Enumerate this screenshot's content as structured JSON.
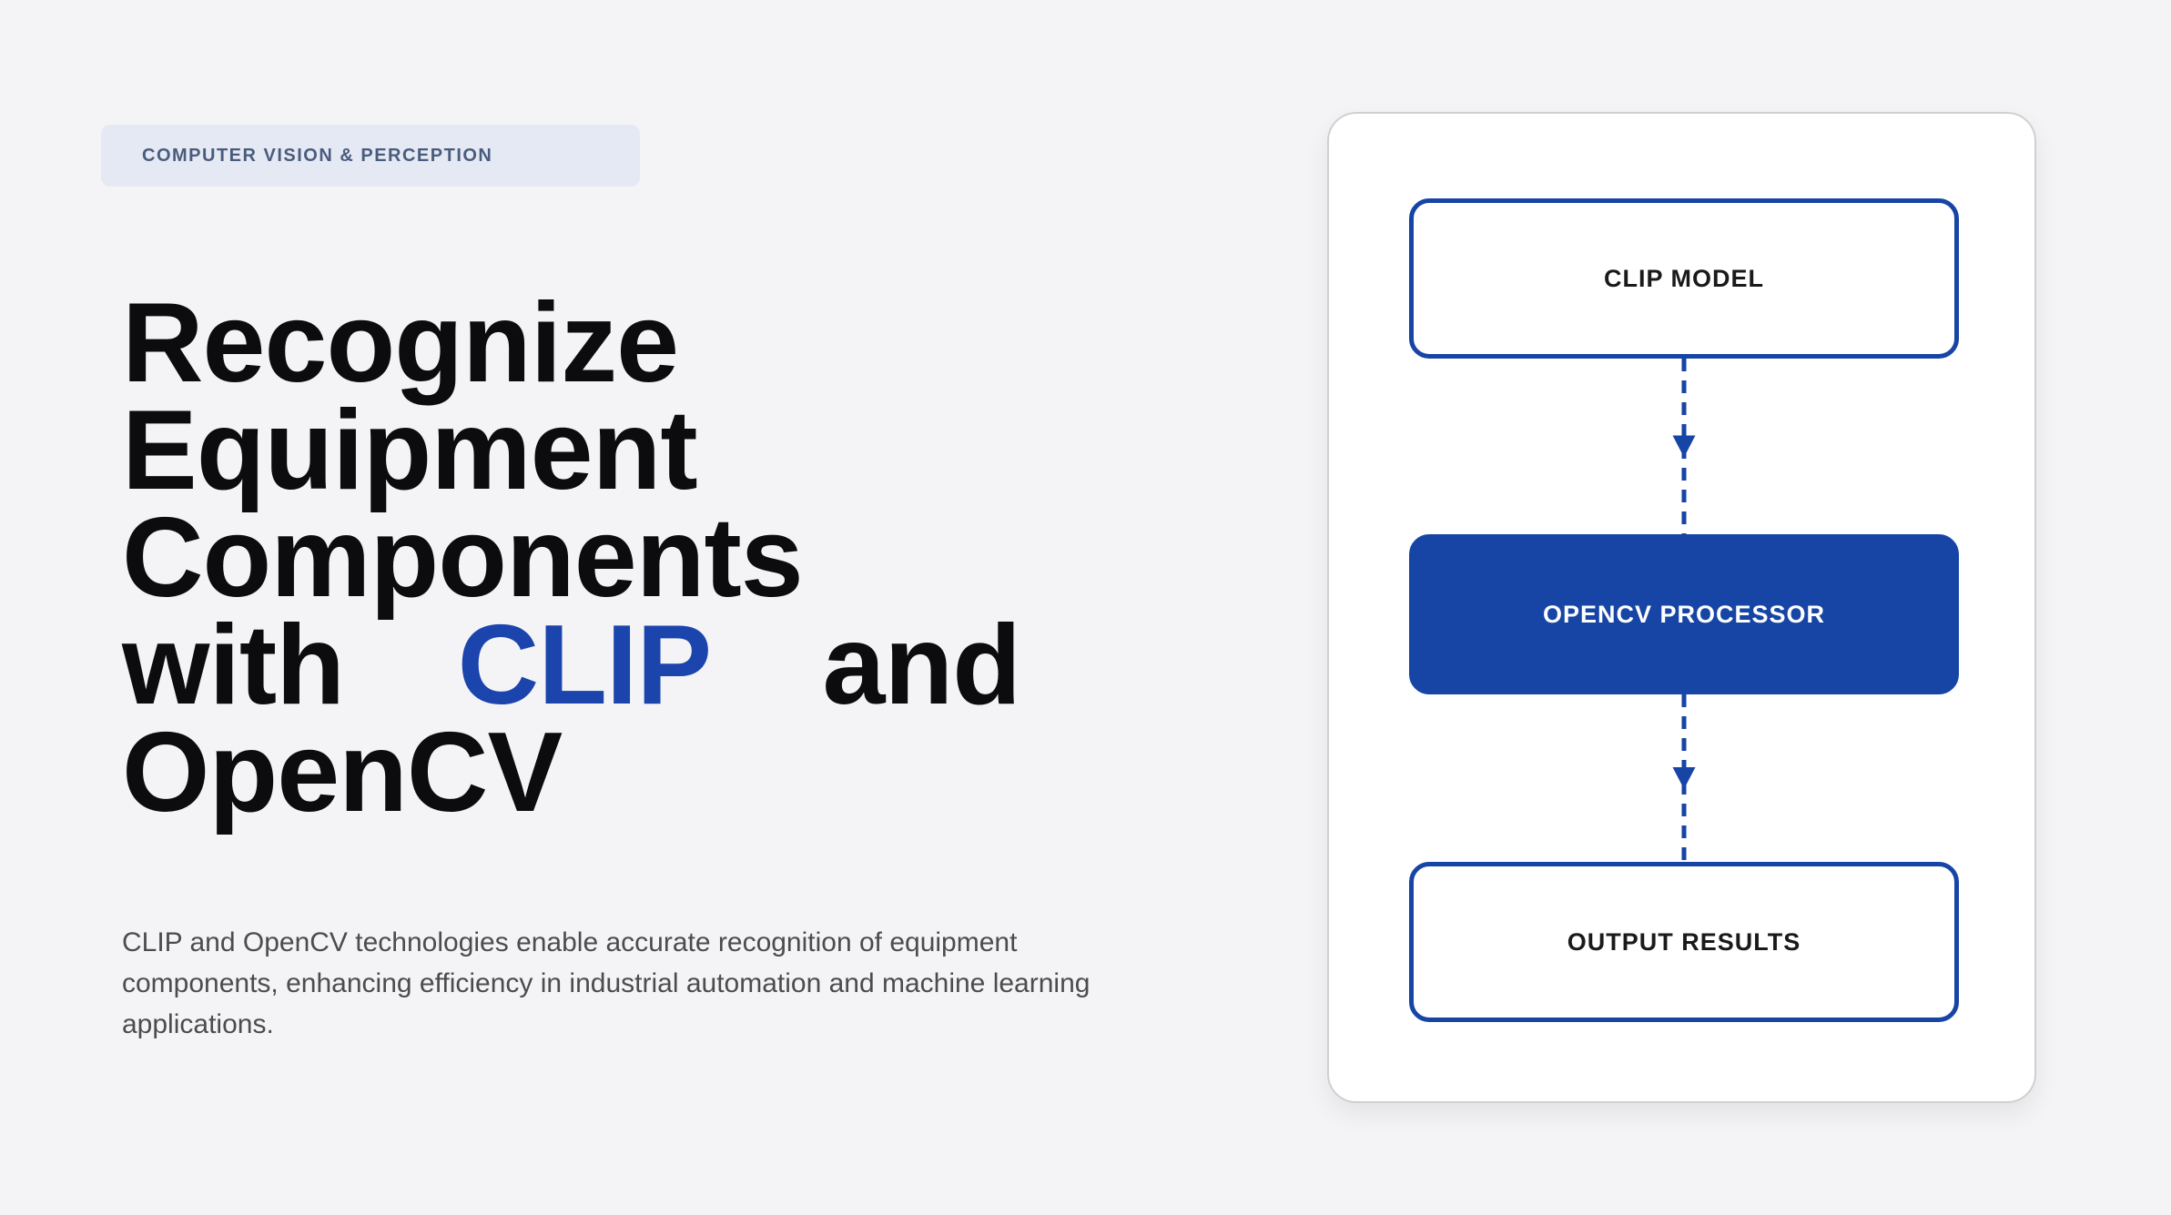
{
  "page": {
    "background": "#f4f4f6"
  },
  "hero": {
    "badge_label": "COMPUTER VISION & PERCEPTION",
    "title_before": "Recognize Equipment Components with",
    "title_highlight": "CLIP",
    "title_after": "and OpenCV",
    "highlight_color": "#1c44ad",
    "description": "CLIP and OpenCV technologies enable accurate recognition of equipment components, enhancing efficiency in industrial automation and machine learning applications."
  },
  "diagram": {
    "accent_color": "#1645a6",
    "nodes": [
      {
        "id": "clip-model",
        "label": "CLIP MODEL",
        "variant": "outline"
      },
      {
        "id": "opencv-processor",
        "label": "OPENCV PROCESSOR",
        "variant": "filled"
      },
      {
        "id": "output-results",
        "label": "OUTPUT RESULTS",
        "variant": "outline"
      }
    ]
  }
}
